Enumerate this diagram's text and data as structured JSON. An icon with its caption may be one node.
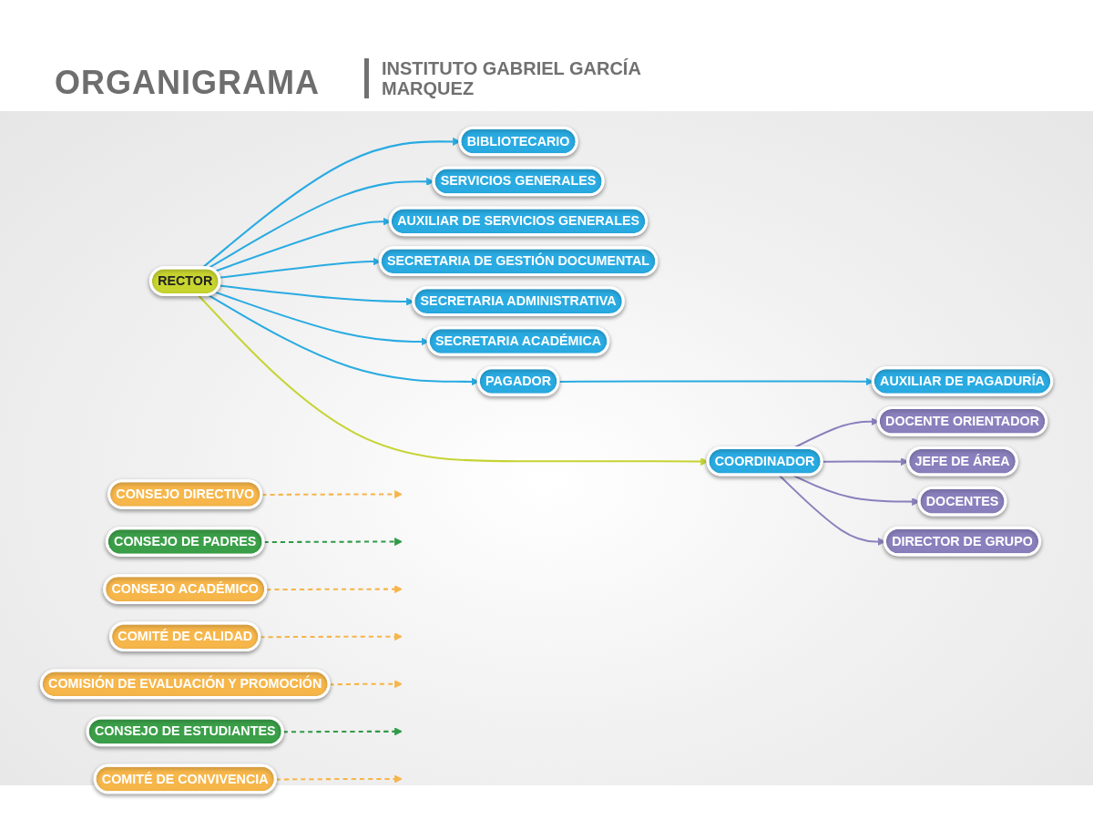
{
  "diagram": {
    "title": "ORGANIGRAMA",
    "nodes": [
      {
        "text": [
          "RECTOR"
        ]
      },
      {
        "text": [
          "CONSEJO DIRECTIVO"
        ]
      },
      {
        "text": [
          "CONSEJO DE PADRES"
        ]
      },
      {
        "text": [
          "CONSEJO ACADÉMICO"
        ]
      },
      {
        "text": [
          "COMITÉ DE CALIDAD"
        ]
      },
      {
        "text": [
          "COORDINADOR"
        ]
      },
      {
        "text": [
          "COMISIÓN DE EVALUACIÓN Y PROMOCIÓN"
        ]
      },
      {
        "text": [
          "CONSEJO DE ESTUDIANTES"
        ]
      },
      {
        "text": [
          "COMITÉ DE CONVIVENCIA"
        ]
      },
      {
        "text": [
          "DOCENTE ORIENTADOR"
        ]
      },
      {
        "text": [
          "JEFE DE ÁREA"
        ]
      },
      {
        "text": [
          "DOCENTES"
        ]
      },
      {
        "text": [
          "DIRECTOR DE GRUPO"
        ]
      },
      {
        "text": [
          "BIBLIOTECARIO"
        ]
      },
      {
        "text": [
          "SERVICIOS GENERALES"
        ]
      },
      {
        "text": [
          "AUXILIAR DE SERVICIOS GENERALES"
        ]
      },
      {
        "text": [
          "SECRETARIA DE GESTIÓN DOCUMENTAL"
        ]
      },
      {
        "text": [
          "SECRETARIA ADMINISTRATIVA"
        ]
      },
      {
        "text": [
          "SECRETARIA ACADÉMICA"
        ]
      },
      {
        "text": [
          "PAGADOR"
        ]
      },
      {
        "text": [
          "AUXILIAR DE PAGADURÍA"
        ]
      }
    ],
    "edges": [
      {
        "from": 1,
        "to": null,
        "arrow": "to",
        "style": "dashed",
        "color": "#f5b54a"
      },
      {
        "from": 2,
        "to": null,
        "arrow": "to",
        "style": "dashed",
        "color": "#2f9a47"
      },
      {
        "from": 3,
        "to": null,
        "arrow": "to",
        "style": "dashed",
        "color": "#f5b54a"
      },
      {
        "from": 4,
        "to": null,
        "arrow": "to",
        "style": "dashed",
        "color": "#f5b54a"
      },
      {
        "from": 0,
        "to": 13,
        "arrow": "to"
      },
      {
        "from": 0,
        "to": 14,
        "arrow": "to"
      },
      {
        "from": 0,
        "to": 15,
        "arrow": "to"
      },
      {
        "from": 0,
        "to": 16,
        "arrow": "to"
      },
      {
        "from": 0,
        "to": 17,
        "arrow": "to"
      },
      {
        "from": 0,
        "to": 18,
        "arrow": "to"
      },
      {
        "from": 0,
        "to": 19,
        "arrow": "to"
      },
      {
        "from": 0,
        "to": 5,
        "arrow": "to",
        "color": "#c5d434"
      },
      {
        "from": 6,
        "to": null,
        "arrow": "to",
        "style": "dashed",
        "color": "#f5b54a"
      },
      {
        "from": 7,
        "to": null,
        "arrow": "to",
        "style": "dashed",
        "color": "#2f9a47"
      },
      {
        "from": 8,
        "to": null,
        "arrow": "to",
        "style": "dashed",
        "color": "#f5b54a"
      },
      {
        "from": 5,
        "to": 9,
        "arrow": "to",
        "color": "#8a80bd"
      },
      {
        "from": 5,
        "to": 10,
        "arrow": "to",
        "color": "#8a80bd"
      },
      {
        "from": 5,
        "to": 11,
        "arrow": "to",
        "color": "#8a80bd"
      },
      {
        "from": 5,
        "to": 12,
        "arrow": "to",
        "color": "#8a80bd"
      },
      {
        "from": 19,
        "to": 20,
        "arrow": "to"
      }
    ],
    "labels": [
      "INSTITUTO GABRIEL GARCÍA MARQUEZ"
    ]
  }
}
